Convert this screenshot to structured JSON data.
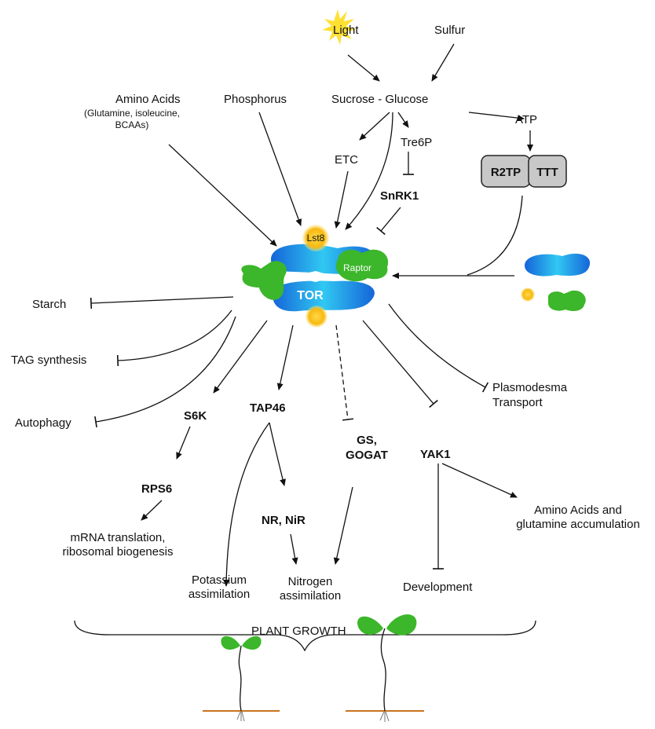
{
  "inputs": {
    "light": "Light",
    "sulfur": "Sulfur",
    "amino_acids": "Amino Acids",
    "amino_acids_detail_1": "(Glutamine, isoleucine,",
    "amino_acids_detail_2": "BCAAs)",
    "phosphorus": "Phosphorus",
    "sucrose_glucose": "Sucrose - Glucose",
    "atp": "ATP",
    "etc": "ETC",
    "tre6p": "Tre6P",
    "snrk1": "SnRK1",
    "r2tp": "R2TP",
    "ttt": "TTT"
  },
  "complex": {
    "lst8": "Lst8",
    "raptor": "Raptor",
    "tor": "TOR"
  },
  "outputs": {
    "starch": "Starch",
    "tag_synthesis": "TAG synthesis",
    "autophagy": "Autophagy",
    "s6k": "S6K",
    "rps6": "RPS6",
    "mrna_1": "mRNA translation,",
    "mrna_2": "ribosomal biogenesis",
    "tap46": "TAP46",
    "potassium_1": "Potassium",
    "potassium_2": "assimilation",
    "nr_nir": "NR, NiR",
    "gs": "GS,",
    "gogat": "GOGAT",
    "nitrogen_1": "Nitrogen",
    "nitrogen_2": "assimilation",
    "yak1": "YAK1",
    "development": "Development",
    "amino_acc_1": "Amino Acids and",
    "amino_acc_2": "glutamine accumulation",
    "plasmodesma_1": "Plasmodesma",
    "plasmodesma_2": "Transport"
  },
  "footer": {
    "plant_growth": "PLANT GROWTH"
  },
  "colors": {
    "tor_blue": "#1f7fe0",
    "tor_cyan": "#2ec4f0",
    "raptor_green": "#3cb62a",
    "lst8_yellow": "#f7c21a",
    "sun_yellow": "#ffe033",
    "box_gray": "#c8c8c8",
    "root_brown": "#c8731d"
  }
}
